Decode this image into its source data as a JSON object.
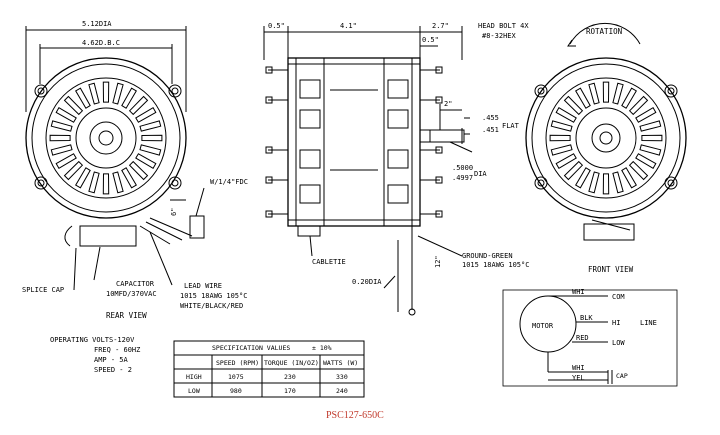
{
  "labels": {
    "dia_outer": "5.12DIA",
    "dia_inner": "4.62D.B.C",
    "dim_05_left": "0.5\"",
    "dim_41": "4.1\"",
    "dim_27": "2.7\"",
    "dim_05_right": "0.5\"",
    "head_bolt": "HEAD BOLT 4X",
    "head_bolt_spec": "#8-32HEX",
    "dim_2": "2\"",
    "dim_455": ".455",
    "dim_451": ".451",
    "flat": "FLAT",
    "dim_5000": ".5000",
    "dim_4997": ".4997",
    "dia": "DIA",
    "w_fdc": "W/1/4\"FDC",
    "dim_6": "6\"",
    "cable_tie": "CABLETIE",
    "dim_12": "12\"",
    "ground_green": "GROUND-GREEN",
    "ground_spec": "1015 18AWG 105°C",
    "ring_dia": "0.20DIA",
    "splice_cap": "SPLICE CAP",
    "capacitor": "CAPACITOR",
    "capacitor_spec": "10MFD/370VAC",
    "lead_wire": "LEAD WIRE",
    "lead_spec": "1015 18AWG 105°C",
    "lead_colors": "WHITE/BLACK/RED",
    "rear_view": "REAR VIEW",
    "front_view": "FRONT VIEW",
    "rotation": "ROTATION"
  },
  "operating": {
    "volts": "OPERATING VOLTS-120V",
    "freq": "FREQ - 60HZ",
    "amp": "AMP  - 5A",
    "speed": "SPEED - 2"
  },
  "spec_table": {
    "title": "SPECIFICATION VALUES",
    "tolerance": "± 10%",
    "headers": [
      "SPEED (RPM)",
      "TORQUE (IN/OZ)",
      "WATTS  (W)"
    ],
    "rows": [
      {
        "label": "HIGH",
        "speed": "1075",
        "torque": "230",
        "watts": "330"
      },
      {
        "label": "LOW",
        "speed": "980",
        "torque": "170",
        "watts": "240"
      }
    ]
  },
  "wiring": {
    "motor": "MOTOR",
    "whi_top": "WHI",
    "com": "COM",
    "blk": "BLK",
    "hi": "HI",
    "line": "LINE",
    "red": "RED",
    "low": "LOW",
    "whi_bottom": "WHI",
    "yel": "YEL",
    "cap": "CAP"
  },
  "part_number": "PSC127-650C"
}
